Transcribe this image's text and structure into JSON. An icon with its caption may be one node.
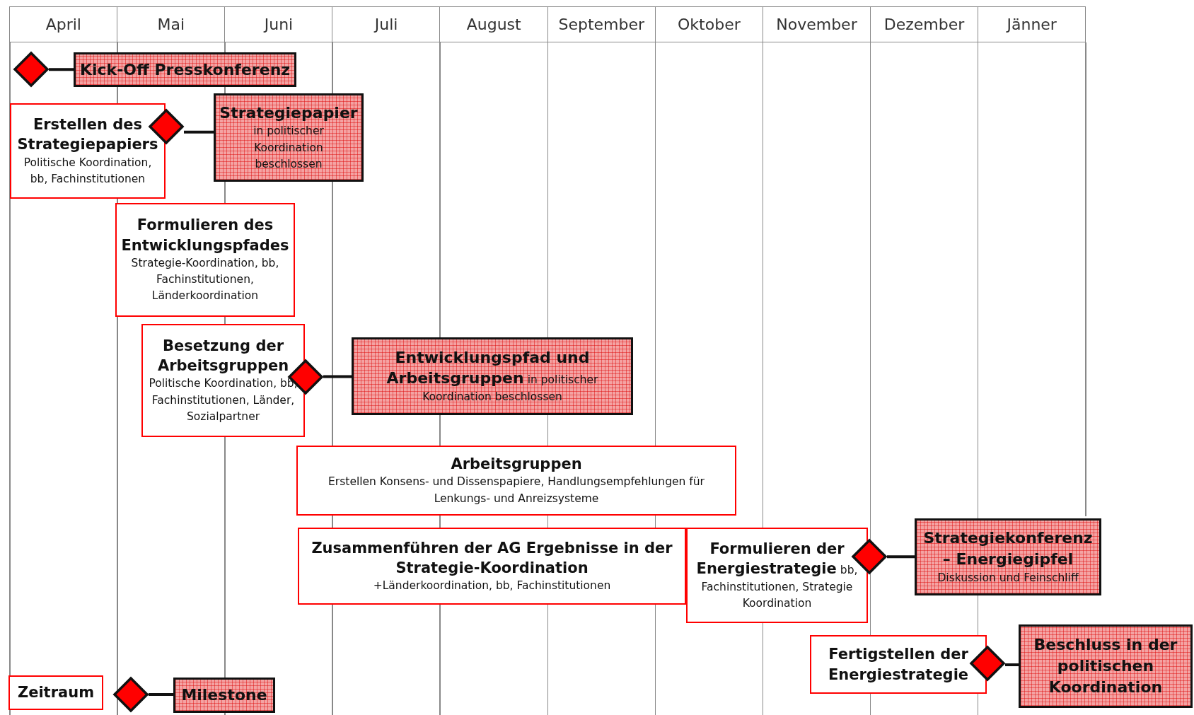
{
  "diagram": {
    "nodes": [
      {
        "text": [],
        "shape": "diamond"
      },
      {
        "text": [
          "Kick-Off Presskonferenz"
        ]
      },
      {
        "text": [
          "Erstellen des Strategiepapiers",
          "Politische Koordination, bb, Fachinstitutionen"
        ]
      },
      {
        "text": [],
        "shape": "diamond"
      },
      {
        "text": [
          "Strategiepapier",
          "in politischer Koordination beschlossen"
        ]
      },
      {
        "text": [
          "Formulieren des Entwicklungspfades",
          "Strategie-Koordination, bb, Fachinstitutionen, Länderkoordination"
        ]
      },
      {
        "text": [
          "Besetzung der Arbeitsgruppen",
          "Politische Koordination, bb, Fachinstitutionen, Länder, Sozialpartner"
        ]
      },
      {
        "text": [],
        "shape": "diamond"
      },
      {
        "text": [
          "Entwicklungspfad und Arbeitsgruppen",
          "in politischer Koordination beschlossen"
        ]
      },
      {
        "text": [
          "Arbeitsgruppen",
          "Erstellen Konsens- und Dissenspapiere, Handlungsempfehlungen für Lenkungs- und Anreizsysteme"
        ]
      },
      {
        "text": [
          "Zusammenführen der AG Ergebnisse in der Strategie-Koordination",
          "+Länderkoordination, bb, Fachinstitutionen"
        ]
      },
      {
        "text": [
          "Formulieren der Energiestrategie",
          "bb, Fachinstitutionen, Strategie Koordination"
        ]
      },
      {
        "text": [],
        "shape": "diamond"
      },
      {
        "text": [
          "Strategiekonferenz – Energiegipfel",
          "Diskussion und Feinschliff"
        ]
      },
      {
        "text": [
          "Fertigstellen der Energiestrategie"
        ]
      },
      {
        "text": [],
        "shape": "diamond"
      },
      {
        "text": [
          "Beschluss in der politischen Koordination"
        ]
      }
    ],
    "edges": [
      {
        "from": 0,
        "to": 1,
        "arrow": "none"
      },
      {
        "from": 3,
        "to": 4,
        "arrow": "none"
      },
      {
        "from": 7,
        "to": 8,
        "arrow": "none"
      },
      {
        "from": 12,
        "to": 13,
        "arrow": "none"
      },
      {
        "from": 15,
        "to": 16,
        "arrow": "none"
      }
    ],
    "labels": [
      "April",
      "Mai",
      "Juni",
      "Juli",
      "August",
      "September",
      "Oktober",
      "November",
      "Dezember",
      "Jänner"
    ],
    "legend": [
      {
        "text": "Zeitraum"
      },
      {
        "text": "Milestone"
      }
    ]
  }
}
